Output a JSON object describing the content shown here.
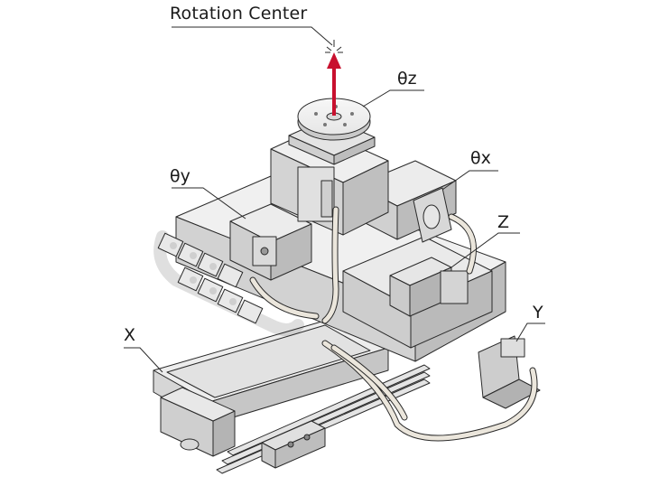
{
  "diagram": {
    "title_label": "Rotation Center",
    "labels": {
      "theta_z": "θz",
      "theta_x": "θx",
      "theta_y": "θy",
      "z": "Z",
      "y": "Y",
      "x": "X"
    },
    "colors": {
      "arrow": "#c8102e",
      "outline": "#2a2a2a",
      "face_light": "#f4f4f4",
      "face_mid": "#dcdcdc",
      "face_dark": "#b9b9b9",
      "cable": "#e8e3d8"
    },
    "icons": {
      "rotation_center_marker": "starburst-icon",
      "rotation_axis": "up-arrow-icon"
    }
  }
}
